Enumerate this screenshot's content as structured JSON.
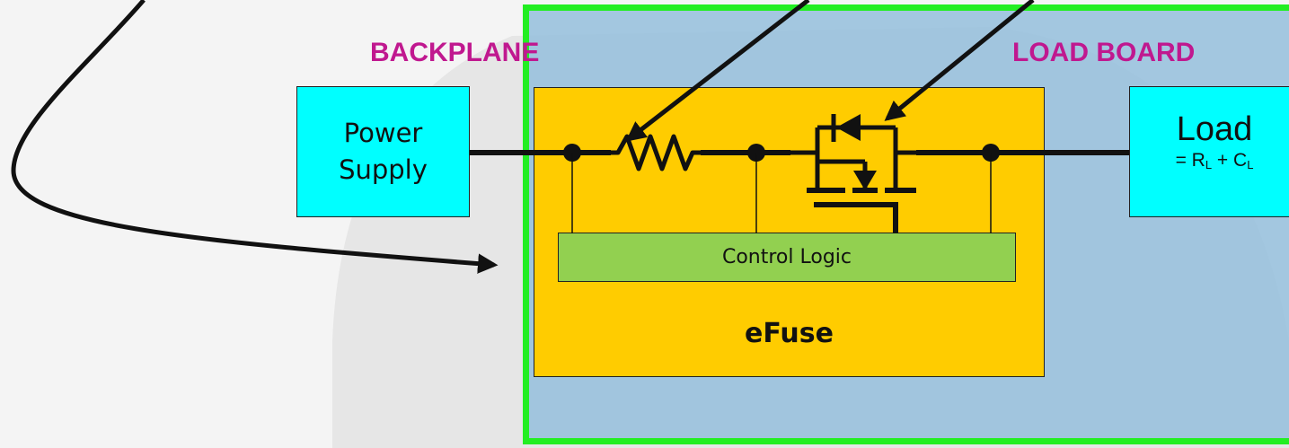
{
  "labels": {
    "backplane": "BACKPLANE",
    "load_board": "LOAD BOARD"
  },
  "power_supply": {
    "line1": "Power",
    "line2": "Supply"
  },
  "efuse": {
    "title": "eFuse",
    "control_logic": "Control Logic"
  },
  "load": {
    "title": "Load",
    "formula_prefix": "= R",
    "formula_sub1": "L",
    "formula_mid": " + C",
    "formula_sub2": "L"
  },
  "colors": {
    "label_magenta": "#c0188f",
    "load_board_border": "#22ee22",
    "load_board_fill": "#94bedc",
    "efuse_fill": "#ffcc00",
    "control_logic_fill": "#92d050",
    "endpoint_fill": "#00ffff"
  },
  "icons": [
    "resistor-symbol",
    "mosfet-symbol",
    "body-diode-symbol",
    "pointer-arrow-icon"
  ]
}
